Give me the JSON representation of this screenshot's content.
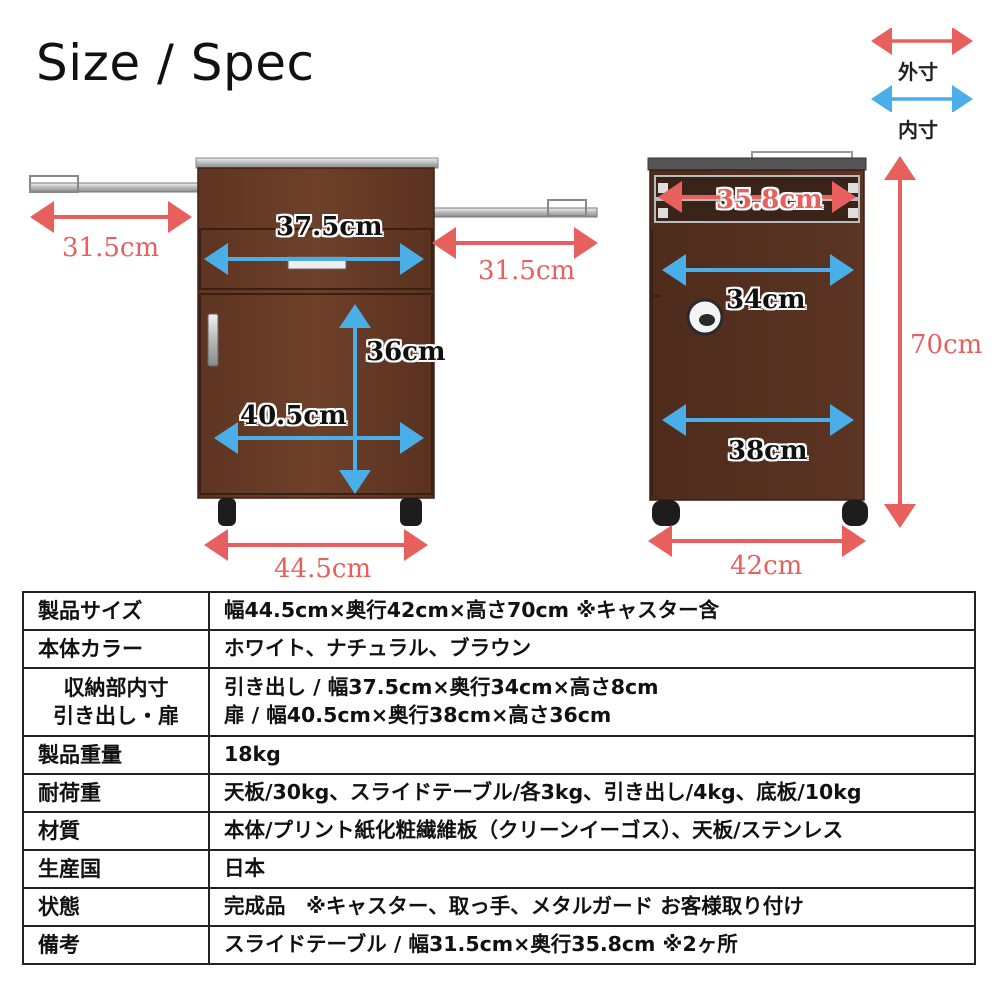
{
  "title": "Size / Spec",
  "legend": {
    "outer_label": "外寸",
    "inner_label": "内寸",
    "outer_color": "#e8605e",
    "inner_color": "#4aaee8"
  },
  "dimensions": {
    "slide_left": "31.5cm",
    "slide_right": "31.5cm",
    "drawer_inner_width": "37.5cm",
    "door_inner_height": "36cm",
    "door_inner_width": "40.5cm",
    "front_outer_width": "44.5cm",
    "slide_depth": "35.8cm",
    "drawer_inner_depth": "34cm",
    "cabinet_inner_depth": "38cm",
    "outer_height": "70cm",
    "side_outer_depth": "42cm"
  },
  "spec": [
    {
      "label": "製品サイズ",
      "value": "幅44.5cm×奥行42cm×高さ70cm ※キャスター含"
    },
    {
      "label": "本体カラー",
      "value": "ホワイト、ナチュラル、ブラウン"
    },
    {
      "label_lines": [
        "収納部内寸",
        "引き出し・扉"
      ],
      "value_lines": [
        "引き出し / 幅37.5cm×奥行34cm×高さ8cm",
        "扉 / 幅40.5cm×奥行38cm×高さ36cm"
      ]
    },
    {
      "label": "製品重量",
      "value": "18kg"
    },
    {
      "label": "耐荷重",
      "value": "天板/30kg、スライドテーブル/各3kg、引き出し/4kg、底板/10kg"
    },
    {
      "label": "材質",
      "value": "本体/プリント紙化粧繊維板（クリーンイーゴス）、天板/ステンレス"
    },
    {
      "label": "生産国",
      "value": "日本"
    },
    {
      "label": "状態",
      "value": "完成品　※キャスター、取っ手、メタルガード お客様取り付け"
    },
    {
      "label": "備考",
      "value": "スライドテーブル / 幅31.5cm×奥行35.8cm ※2ヶ所"
    }
  ]
}
